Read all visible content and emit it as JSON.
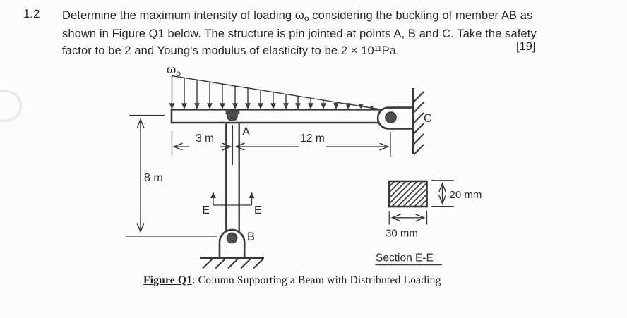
{
  "colors": {
    "ink": "#383838",
    "paper": "#fcfcfc",
    "pin_fill": "#4e4e4e"
  },
  "question": {
    "number": "1.2",
    "line1_pre": "Determine the maximum intensity of loading ",
    "omega": "ω",
    "omega_sub": "o",
    "line1_post": " considering the buckling of member AB as",
    "line2": "shown in Figure Q1 below. The structure is pin jointed at points A, B and C. Take the safety",
    "line3_pre": "factor to be 2 and Young's modulus of elasticity to be 2 × 10",
    "line3_sup": "11",
    "line3_post": "Pa.",
    "marks": "[19]"
  },
  "diagram": {
    "load_symbol": "ω",
    "load_symbol_sub": "o",
    "labels": {
      "A": "A",
      "B": "B",
      "C": "C",
      "E_left": "E",
      "E_right": "E"
    },
    "dimensions": {
      "left_span": "3 m",
      "right_span": "12 m",
      "column_height": "8 m"
    },
    "section": {
      "title": "Section E-E",
      "height": "20 mm",
      "width": "30 mm"
    }
  },
  "caption": {
    "label": "Figure Q1",
    "sep": ": ",
    "text": "Column Supporting a Beam with Distributed Loading"
  }
}
